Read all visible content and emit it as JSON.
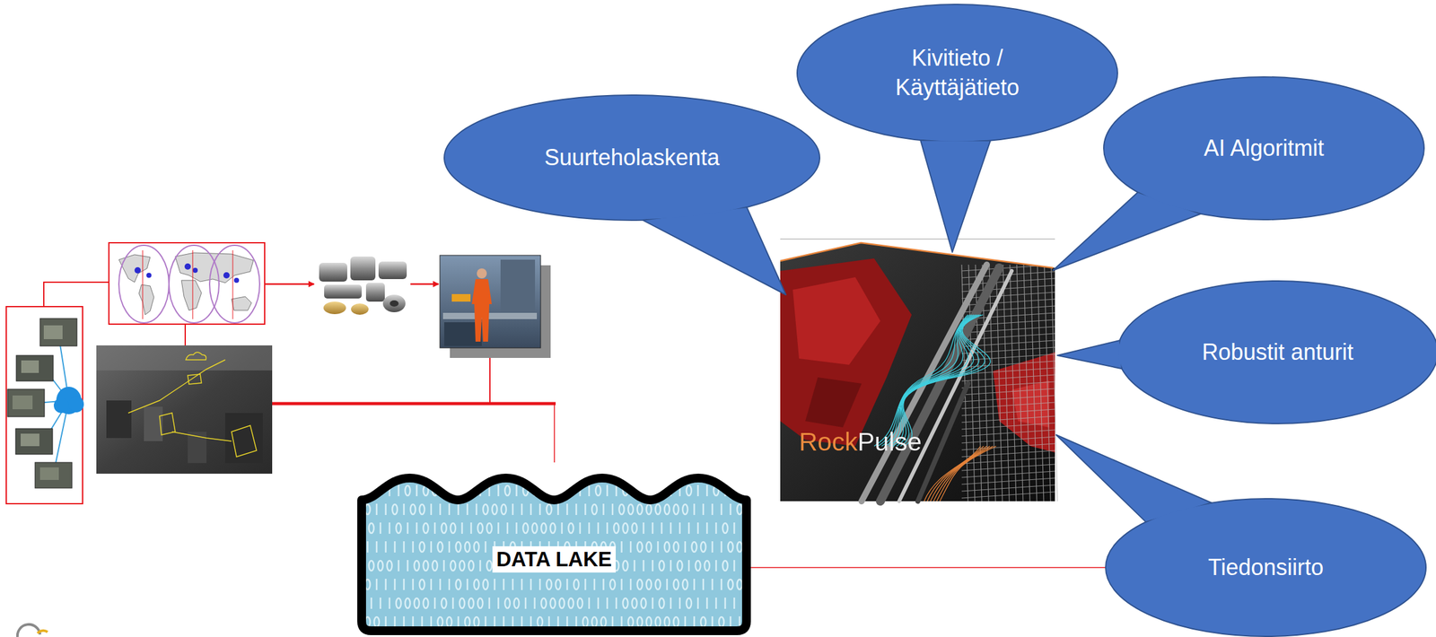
{
  "diagram": {
    "nodes": [
      {
        "text": [
          "Suurteholaskenta"
        ]
      },
      {
        "text": [
          "Kivitieto / Käyttäjätieto"
        ]
      },
      {
        "text": [
          "AI Algoritmit"
        ]
      },
      {
        "text": [
          "RockPulse"
        ]
      },
      {
        "text": [
          "Robustit anturit"
        ]
      },
      {
        "text": [
          "DATA LAKE"
        ]
      },
      {
        "text": [
          "Tiedonsiirto"
        ]
      }
    ],
    "edges": [
      {
        "from": 5,
        "to": 6,
        "arrow": "none"
      }
    ]
  }
}
